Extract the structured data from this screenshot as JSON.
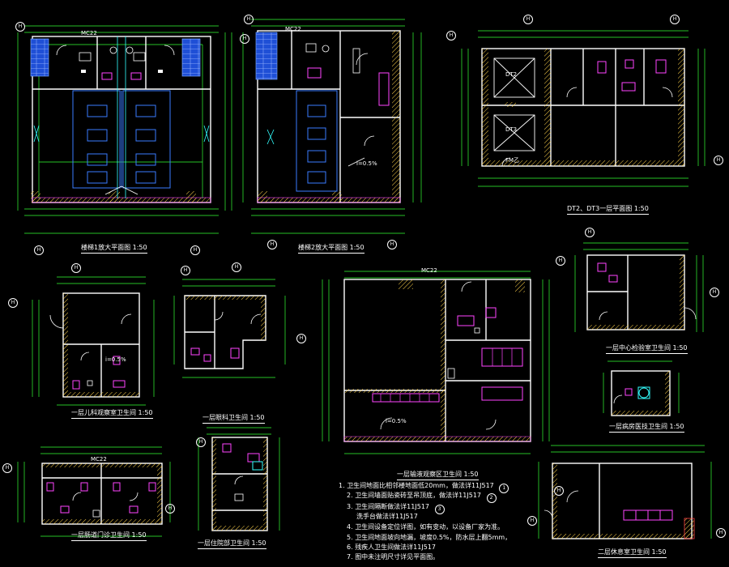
{
  "colors": {
    "background": "#000000",
    "wall": "#ffffff",
    "dim": "#33ff33",
    "grid_bubble": "#ffffff",
    "fixture_blue": "#3a7bff",
    "fixture_magenta": "#ff44ff",
    "hatch": "#ffd24a",
    "stair_fill": "#1f4fd6",
    "door": "#ffffff",
    "cyan": "#33ffff"
  },
  "grid_bubble_label": "H",
  "plans": [
    {
      "key": "p1",
      "title": "楼梯1放大平面图 1:50"
    },
    {
      "key": "p2",
      "title": "楼梯2放大平面图 1:50"
    },
    {
      "key": "p3",
      "title": "DT2、DT3一层平面图 1:50"
    },
    {
      "key": "p4",
      "title": "一层儿科观察室卫生间 1:50"
    },
    {
      "key": "p5",
      "title": "一层眼科卫生间 1:50"
    },
    {
      "key": "p6",
      "title": "一层输液观察区卫生间 1:50"
    },
    {
      "key": "p7",
      "title": "一层中心检验室卫生间 1:50"
    },
    {
      "key": "p8",
      "title": "一层病房医技卫生间 1:50"
    },
    {
      "key": "p9",
      "title": "一层肠道门诊卫生间 1:50"
    },
    {
      "key": "p10",
      "title": "一层住院部卫生间 1:50"
    },
    {
      "key": "p11",
      "title": "二层休息室卫生间 1:50"
    }
  ],
  "room_tags": {
    "dt2": "DT2",
    "dt3": "DT3",
    "mc": "MC22",
    "elev": "i=0.5%",
    "fw": "FM乙"
  },
  "notes": [
    {
      "num": "1.",
      "text": "卫生间地面比相邻楼地面低20mm，做法详11J517",
      "bubble": "1"
    },
    {
      "num": "2.",
      "text": "卫生间墙面贴瓷砖至吊顶底，做法详11J517",
      "bubble": "2"
    },
    {
      "num": "3.",
      "text": "卫生间隔断做法详11J517",
      "bubble": "3"
    },
    {
      "num": "",
      "text": "洗手台做法详11J517",
      "bubble": ""
    },
    {
      "num": "4.",
      "text": "卫生间设备定位详图，如有变动，以设备厂家为准。",
      "bubble": ""
    },
    {
      "num": "5.",
      "text": "卫生间地面坡向地漏，坡度0.5%，防水层上翻5mm，",
      "bubble": ""
    },
    {
      "num": "6.",
      "text": "残疾人卫生间做法详11J517",
      "bubble": ""
    },
    {
      "num": "7.",
      "text": "图中未注明尺寸详见平面图。",
      "bubble": ""
    }
  ]
}
